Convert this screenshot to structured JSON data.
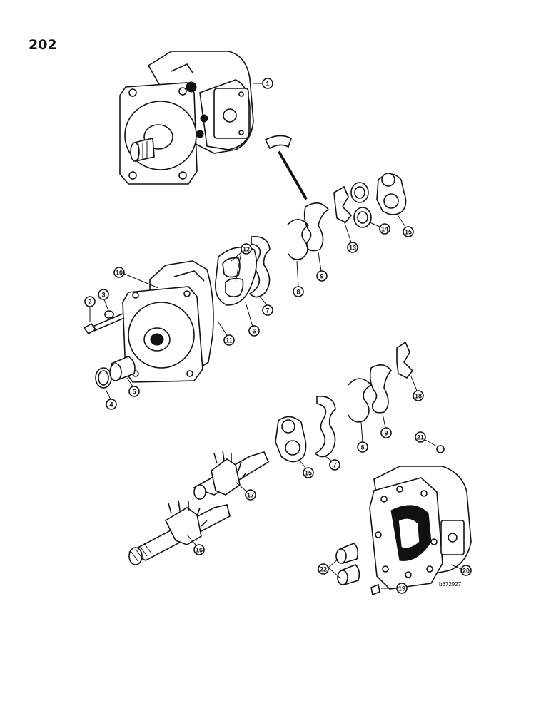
{
  "page": {
    "number": "202",
    "diagram_code": "b672927"
  },
  "callouts": [
    {
      "id": "c1",
      "label": "1"
    },
    {
      "id": "c2",
      "label": "2"
    },
    {
      "id": "c3",
      "label": "3"
    },
    {
      "id": "c4",
      "label": "4"
    },
    {
      "id": "c5",
      "label": "5"
    },
    {
      "id": "c6",
      "label": "6"
    },
    {
      "id": "c7a",
      "label": "7"
    },
    {
      "id": "c7b",
      "label": "7"
    },
    {
      "id": "c8a",
      "label": "8"
    },
    {
      "id": "c8b",
      "label": "8"
    },
    {
      "id": "c9a",
      "label": "9"
    },
    {
      "id": "c9b",
      "label": "9"
    },
    {
      "id": "c10",
      "label": "10"
    },
    {
      "id": "c11",
      "label": "11"
    },
    {
      "id": "c12",
      "label": "12"
    },
    {
      "id": "c13",
      "label": "13"
    },
    {
      "id": "c14",
      "label": "14"
    },
    {
      "id": "c15a",
      "label": "15"
    },
    {
      "id": "c15b",
      "label": "15"
    },
    {
      "id": "c16",
      "label": "16"
    },
    {
      "id": "c17",
      "label": "17"
    },
    {
      "id": "c18",
      "label": "18"
    },
    {
      "id": "c19",
      "label": "19"
    },
    {
      "id": "c20",
      "label": "20"
    },
    {
      "id": "c21",
      "label": "21"
    },
    {
      "id": "c22",
      "label": "22"
    }
  ]
}
